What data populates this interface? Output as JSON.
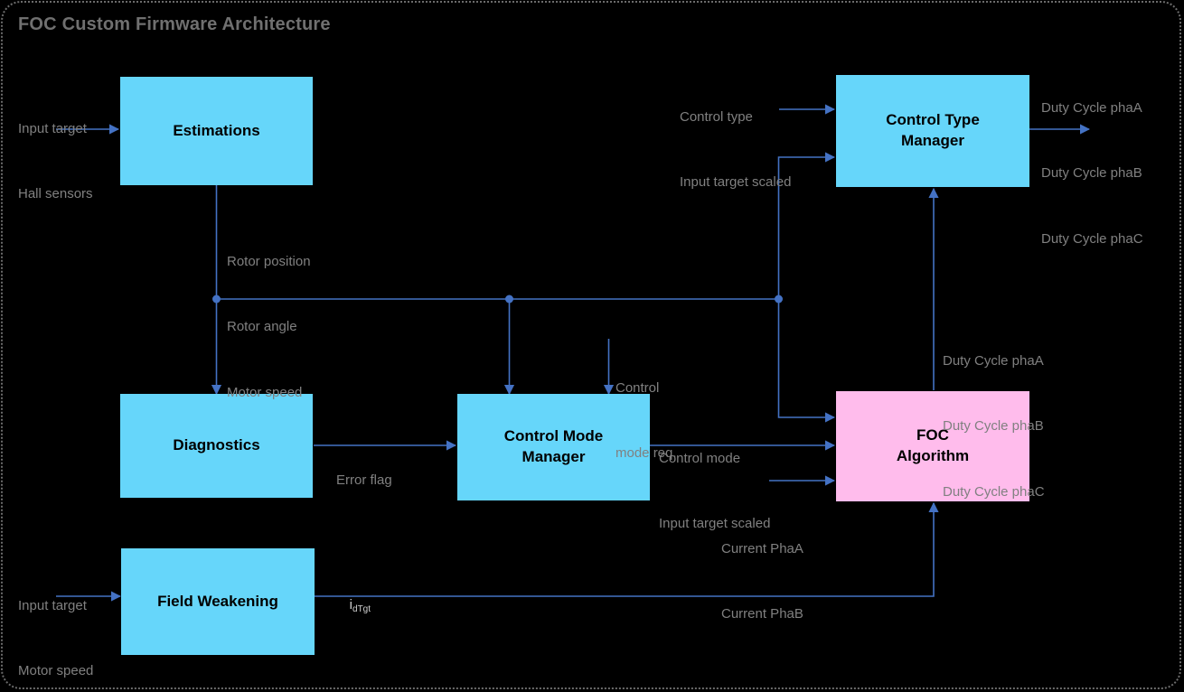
{
  "diagram": {
    "title": "FOC Custom Firmware Architecture",
    "background_color": "#000000",
    "border_color": "#6b6b6b",
    "title_color": "#707070",
    "wire_color": "#4472c4",
    "label_color": "#808080",
    "node_fill_cyan": "#66d6fa",
    "node_fill_pink": "#ffbcec"
  },
  "nodes": {
    "estimations": {
      "label": "Estimations"
    },
    "diagnostics": {
      "label": "Diagnostics"
    },
    "field_weakening": {
      "label": "Field Weakening"
    },
    "control_mode_manager": {
      "label_line1": "Control Mode",
      "label_line2": "Manager"
    },
    "control_type_manager": {
      "label_line1": "Control Type",
      "label_line2": "Manager"
    },
    "foc_algorithm": {
      "label_line1": "FOC",
      "label_line2": "Algorithm"
    }
  },
  "labels": {
    "estimations_input_line1": "Input target",
    "estimations_input_line2": "Hall sensors",
    "estimations_output_line1": "Rotor position",
    "estimations_output_line2": "Rotor angle",
    "estimations_output_line3": "Motor speed",
    "control_type_input_line1": "Control type",
    "control_type_input_line2": "Input target scaled",
    "control_type_output_line1": "Duty Cycle phaA",
    "control_type_output_line2": "Duty Cycle phaB",
    "control_type_output_line3": "Duty Cycle phaC",
    "duty_feedback_line1": "Duty Cycle phaA",
    "duty_feedback_line2": "Duty Cycle phaB",
    "duty_feedback_line3": "Duty Cycle phaC",
    "control_mode_req_line1": "Control",
    "control_mode_req_line2": "mode req.",
    "error_flag": "Error flag",
    "control_mode_out_line1": "Control mode",
    "control_mode_out_line2": "Input target scaled",
    "current_pha_line1": "Current PhaA",
    "current_pha_line2": "Current PhaB",
    "field_weakening_input_line1": "Input target",
    "field_weakening_input_line2": "Motor speed",
    "id_target_main": "i",
    "id_target_sub": "dTgt"
  }
}
